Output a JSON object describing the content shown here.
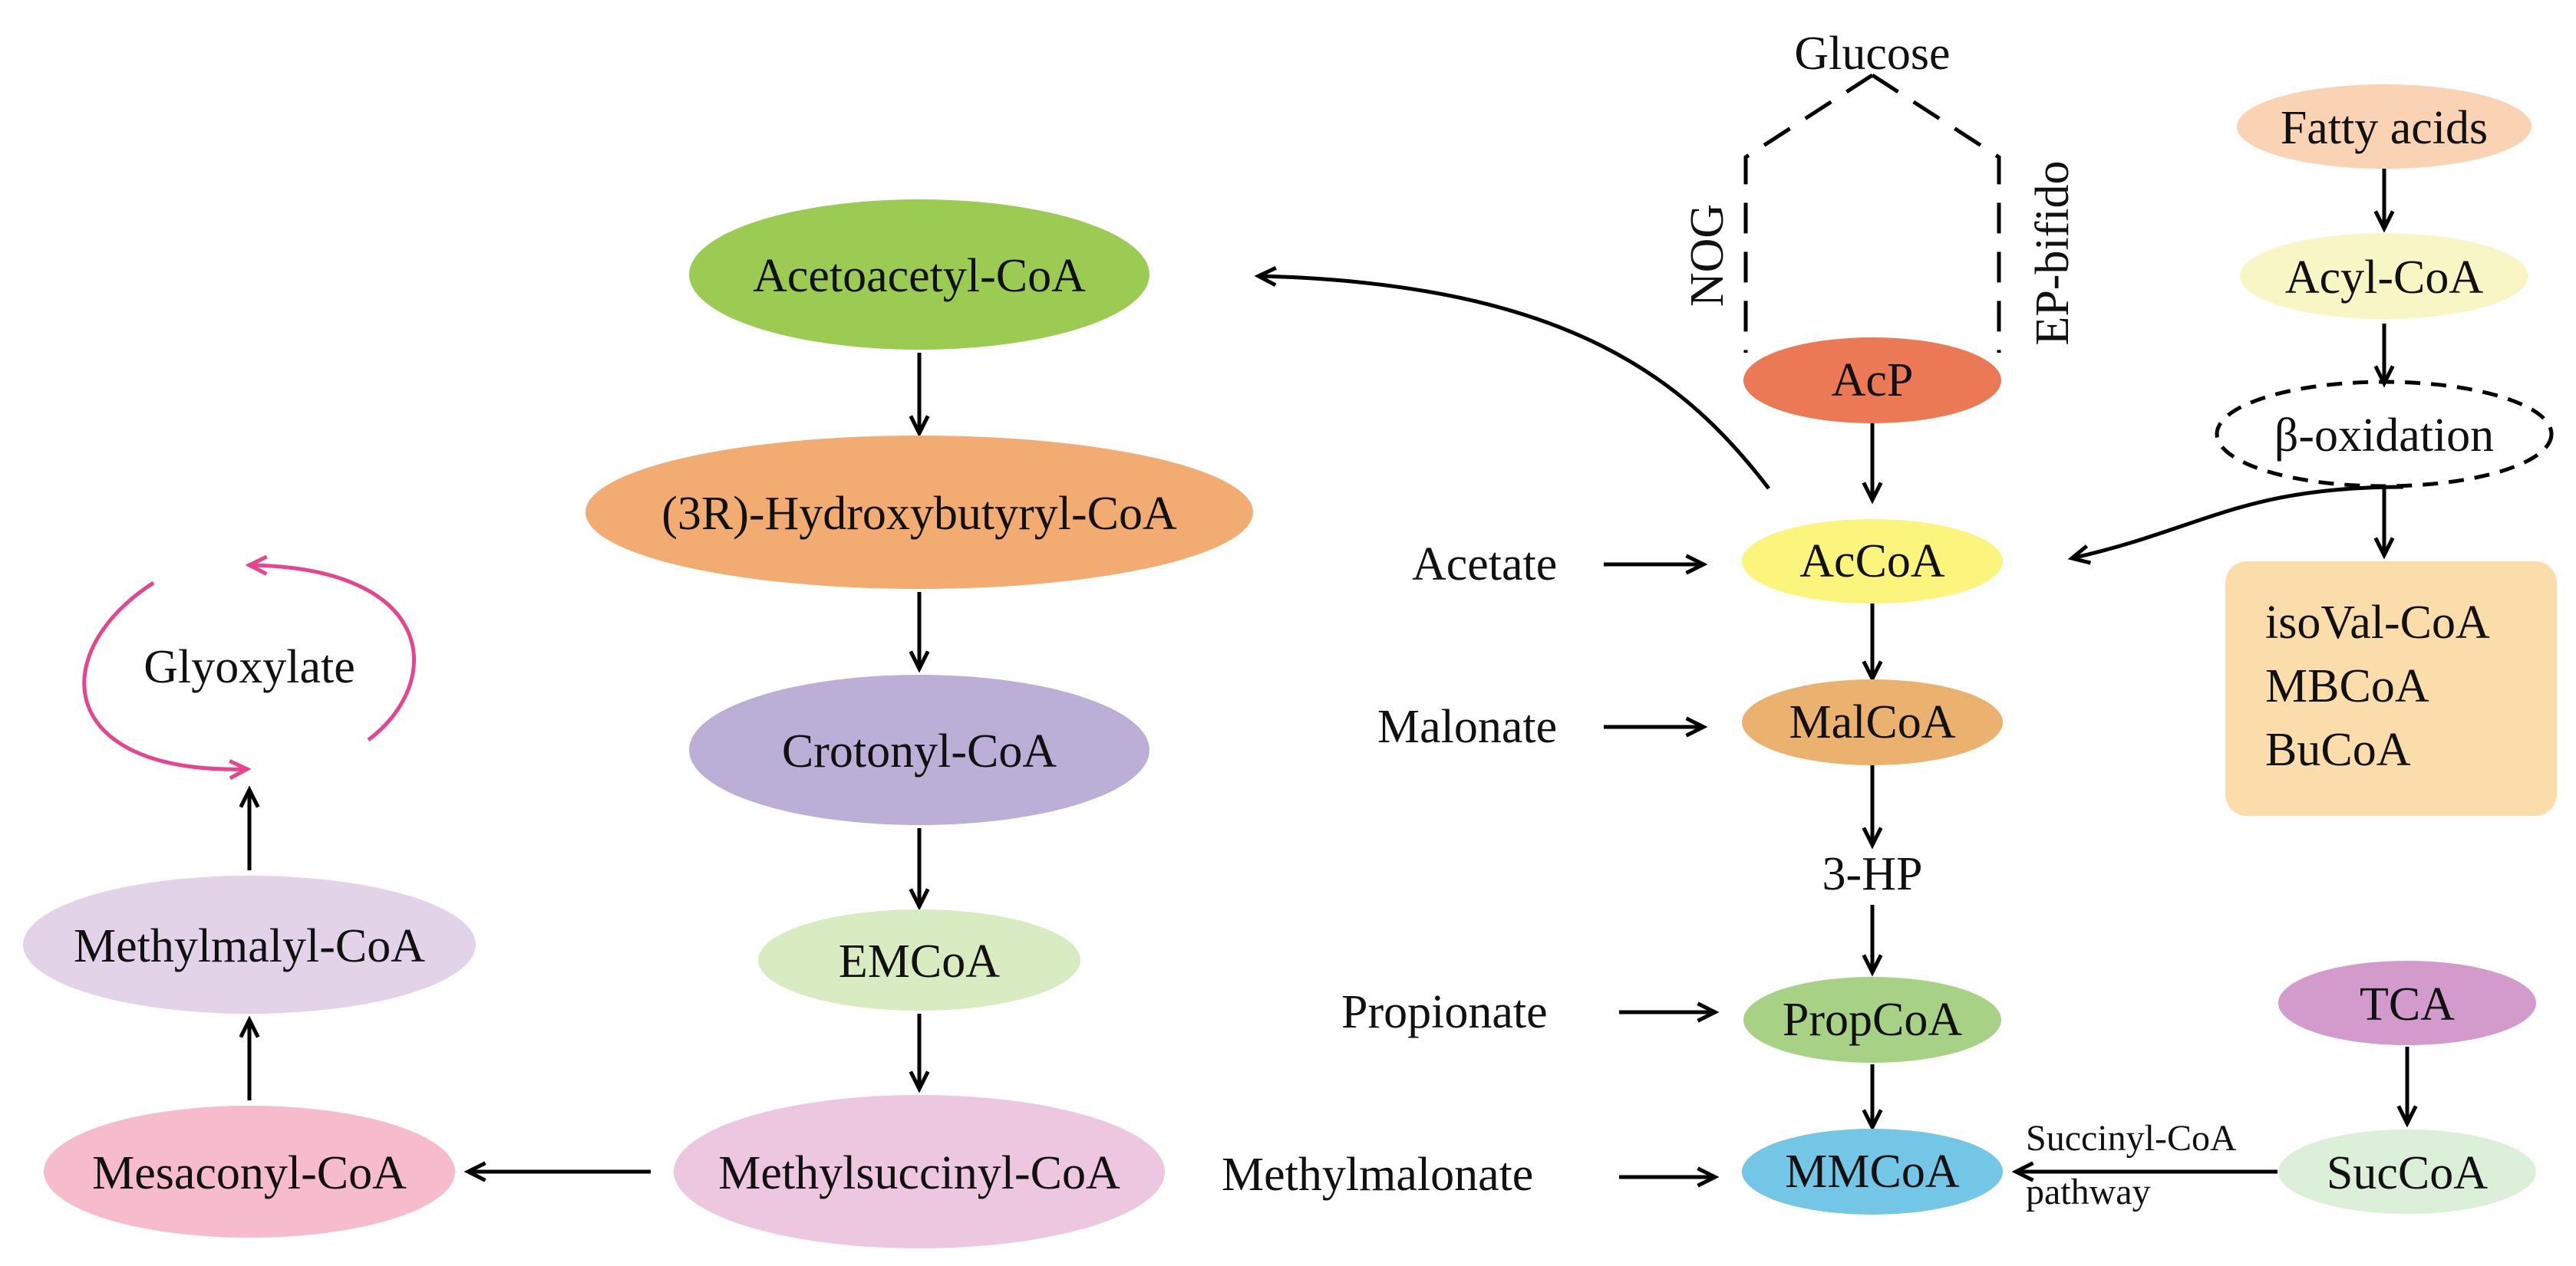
{
  "colors": {
    "acetoacetyl": "#9ccb53",
    "hydroxybutyryl": "#f2ac72",
    "crotonyl": "#bbaed7",
    "emcoa": "#d9ecc1",
    "methylsuccinyl": "#edc6e0",
    "mesaconyl": "#f6bccb",
    "methylmalyl": "#e2d3e9",
    "acp": "#ec7955",
    "accoa": "#fbf57e",
    "malcoa": "#ebb16f",
    "propcoa": "#a7d184",
    "mmcoa": "#74c6e6",
    "fatty": "#f9d3b3",
    "acyl": "#f8f6c4",
    "branched_box": "#fbddab",
    "tca": "#d29bcb",
    "succoa": "#dcefd9",
    "glyoxylate_cycle": "#e8438d",
    "edges": "#000000"
  },
  "nodes": {
    "glucose": "Glucose",
    "nog": "NOG",
    "ep_bifido": "EP-bifido",
    "acp": "AcP",
    "accoa": "AcCoA",
    "malcoa": "MalCoA",
    "three_hp": "3-HP",
    "propcoa": "PropCoA",
    "mmcoa": "MMCoA",
    "acetate": "Acetate",
    "malonate": "Malonate",
    "propionate": "Propionate",
    "methylmalonate": "Methylmalonate",
    "acetoacetyl": "Acetoacetyl-CoA",
    "hydroxybutyryl": "(3R)-Hydroxybutyryl-CoA",
    "crotonyl": "Crotonyl-CoA",
    "emcoa": "EMCoA",
    "methylsuccinyl": "Methylsuccinyl-CoA",
    "mesaconyl": "Mesaconyl-CoA",
    "methylmalyl": "Methylmalyl-CoA",
    "glyoxylate": "Glyoxylate",
    "fatty_acids": "Fatty acids",
    "acyl_coa": "Acyl-CoA",
    "beta_oxidation": "β-oxidation",
    "isoval": "isoVal-CoA",
    "mbcoa": "MBCoA",
    "bucoa": "BuCoA",
    "tca": "TCA",
    "succoa": "SucCoA",
    "succinyl_line1": "Succinyl-CoA",
    "succinyl_line2": "pathway"
  }
}
